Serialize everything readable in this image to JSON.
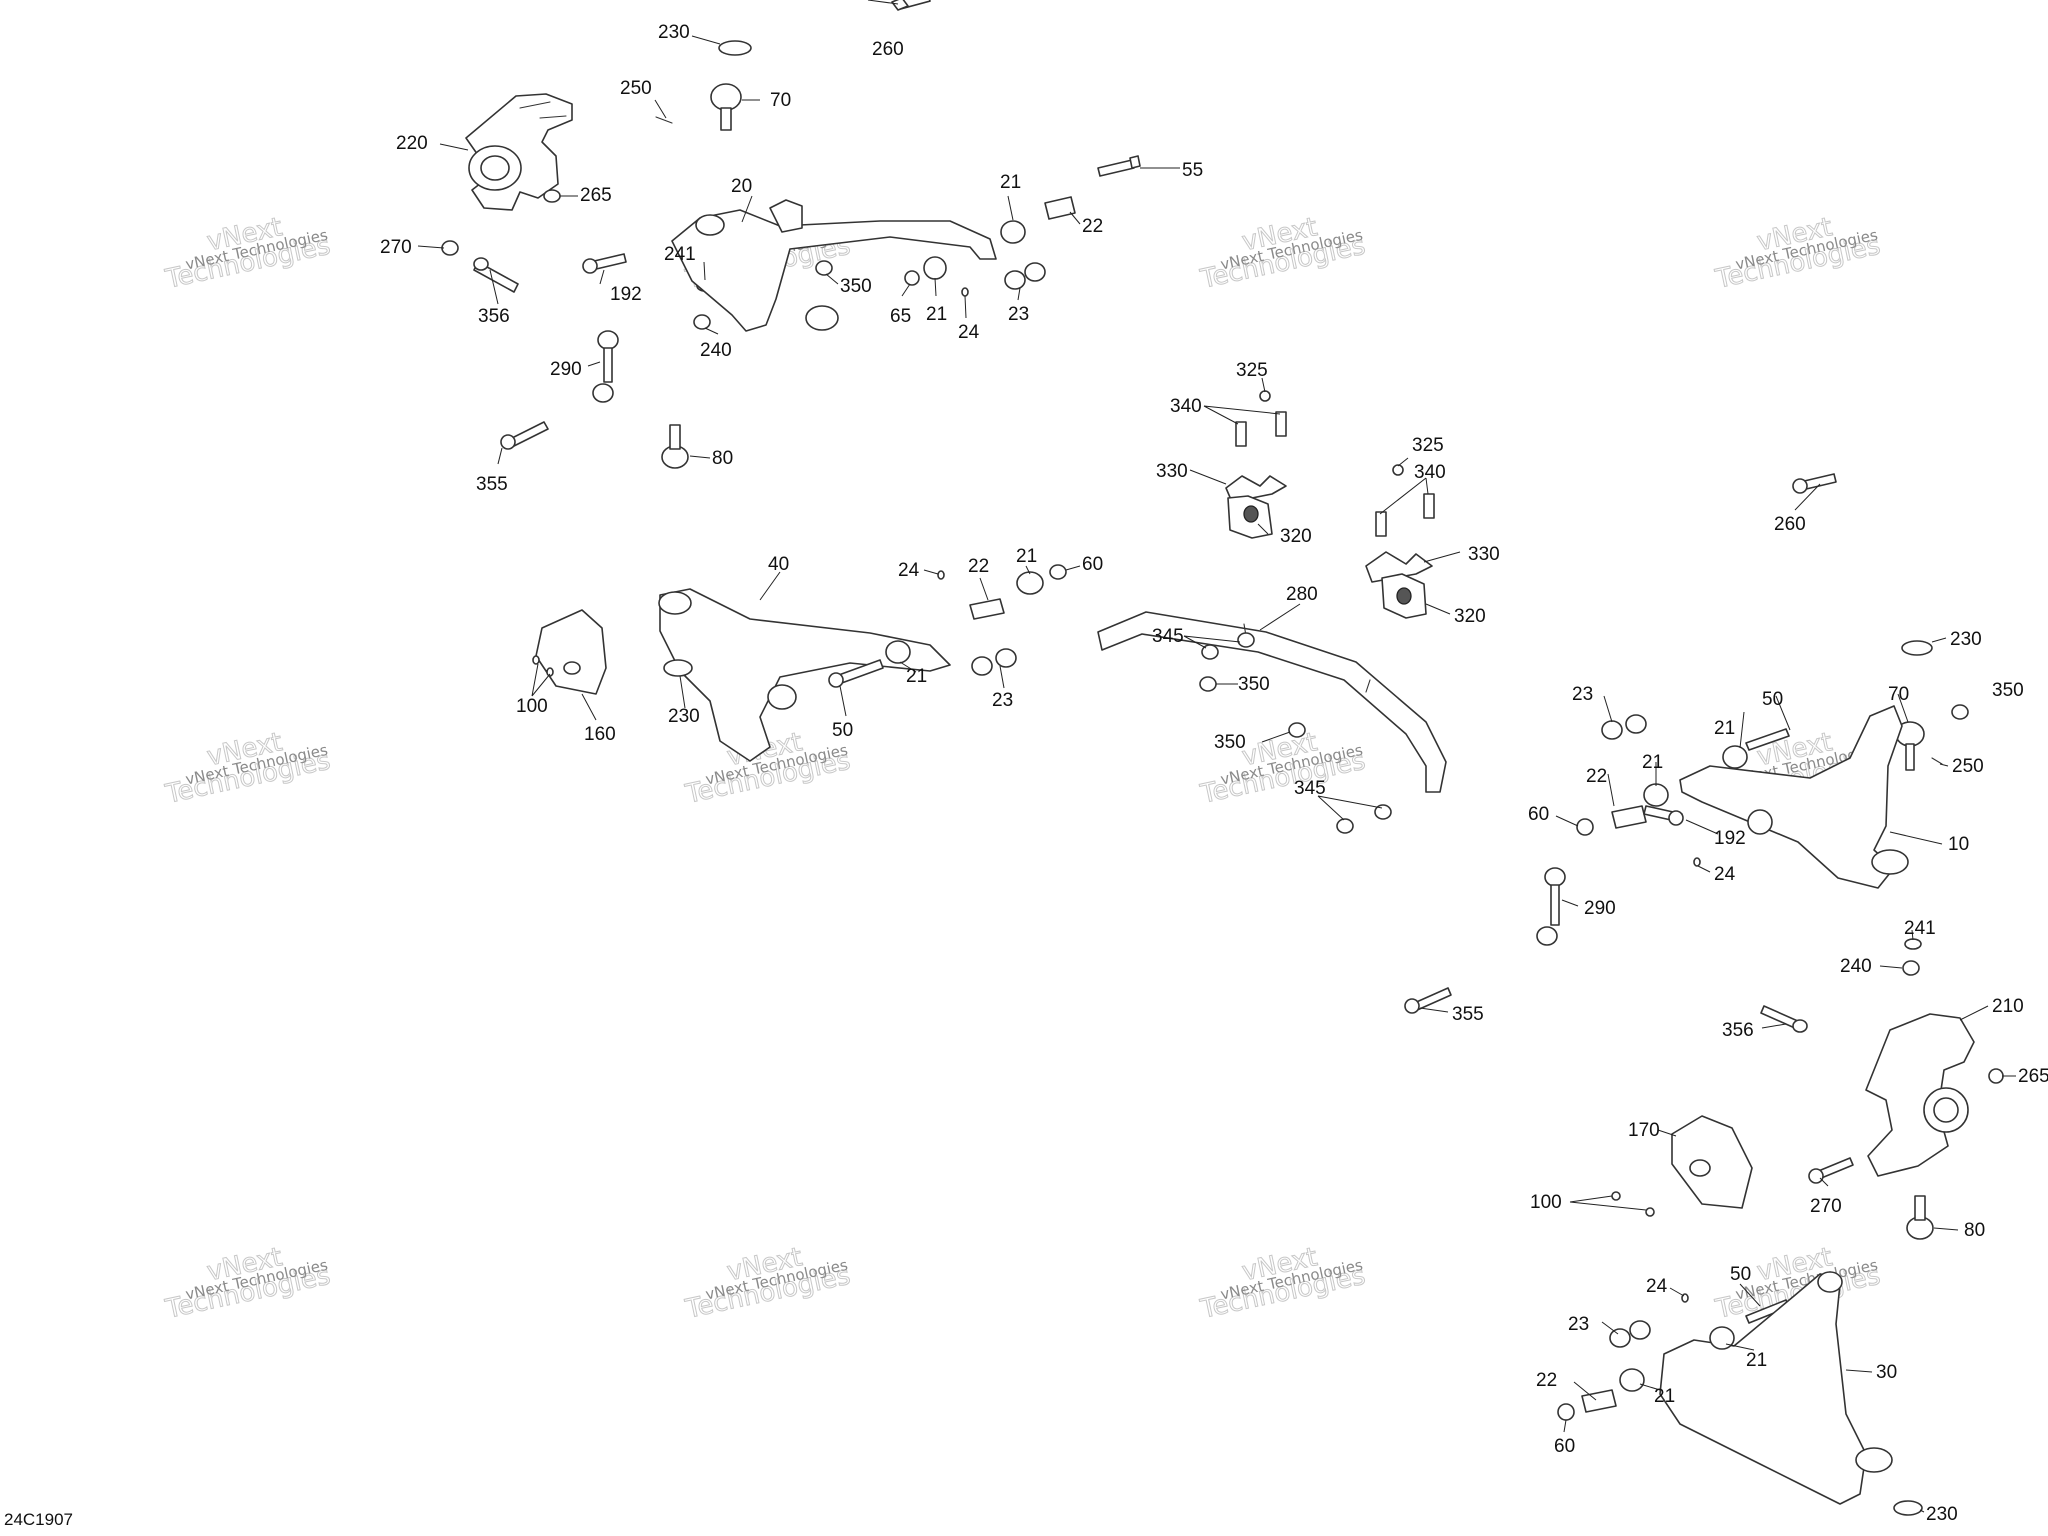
{
  "diagram_code": "24C1907",
  "watermark": {
    "line1": "vNext Technologies",
    "line2": "vNext",
    "line3": "Technologies"
  },
  "callouts": {
    "c230a": "230",
    "c260a": "260",
    "c250a": "250",
    "c70a": "70",
    "c220": "220",
    "c265a": "265",
    "c20": "20",
    "c21a": "21",
    "c55": "55",
    "c22a": "22",
    "c270a": "270",
    "c192a": "192",
    "c241a": "241",
    "c350a": "350",
    "c65": "65",
    "c21b": "21",
    "c24a": "24",
    "c23a": "23",
    "c356a": "356",
    "c240a": "240",
    "c290a": "290",
    "c355a": "355",
    "c80a": "80",
    "c325a": "325",
    "c340a": "340",
    "c330a": "330",
    "c320a": "320",
    "c325b": "325",
    "c340b": "340",
    "c330b": "330",
    "c320b": "320",
    "c260b": "260",
    "c40": "40",
    "c24b": "24",
    "c22b": "22",
    "c21c": "21",
    "c60a": "60",
    "c280": "280",
    "c345a": "345",
    "c350b": "350",
    "c100a": "100",
    "c160": "160",
    "c230b": "230",
    "c21d": "21",
    "c23b": "23",
    "c50a": "50",
    "c350c": "350",
    "c345b": "345",
    "c230c": "230",
    "c23c": "23",
    "c50b": "50",
    "c70b": "70",
    "c350d": "350",
    "c21e": "21",
    "c250b": "250",
    "c22c": "22",
    "c21f": "21",
    "c60b": "60",
    "c192b": "192",
    "c10": "10",
    "c24c": "24",
    "c290b": "290",
    "c241b": "241",
    "c240b": "240",
    "c355b": "355",
    "c210": "210",
    "c356b": "356",
    "c265b": "265",
    "c170": "170",
    "c100b": "100",
    "c270b": "270",
    "c80b": "80",
    "c24d": "24",
    "c50c": "50",
    "c23d": "23",
    "c21g": "21",
    "c30": "30",
    "c22d": "22",
    "c21h": "21",
    "c60c": "60",
    "c230d": "230"
  }
}
